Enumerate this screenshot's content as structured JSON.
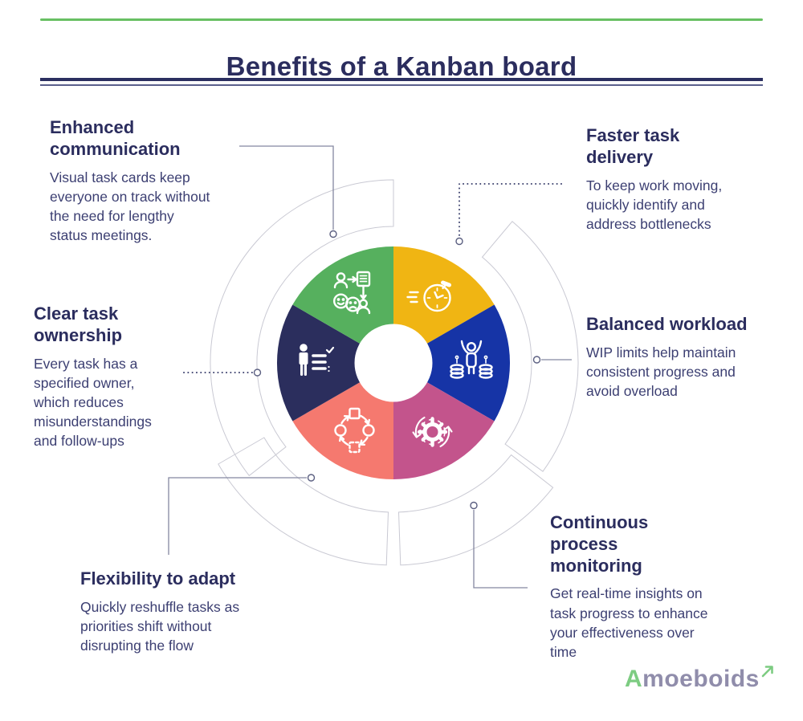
{
  "header": {
    "title": "Benefits of a Kanban board"
  },
  "benefits": [
    {
      "title": "Enhanced communication",
      "description": "Visual task cards keep everyone on track without the need for lengthy status meetings.",
      "icon": "communication-icon",
      "segment_color": "#56b05e"
    },
    {
      "title": "Faster task delivery",
      "description": "To keep work moving, quickly identify and address bottlenecks",
      "icon": "stopwatch-icon",
      "segment_color": "#f0b513"
    },
    {
      "title": "Clear task ownership",
      "description": "Every task has a specified owner, which reduces misunderstandings and follow-ups",
      "icon": "person-checklist-icon",
      "segment_color": "#2b2e5d"
    },
    {
      "title": "Balanced workload",
      "description": "WIP limits help maintain consistent progress and avoid overload",
      "icon": "cheering-person-icon",
      "segment_color": "#1634a6"
    },
    {
      "title": "Flexibility to adapt",
      "description": "Quickly reshuffle tasks as priorities shift without disrupting the flow",
      "icon": "cycle-arrows-icon",
      "segment_color": "#f5796f"
    },
    {
      "title": "Continuous process monitoring",
      "description": "Get real-time insights on task progress to enhance your effectiveness over time",
      "icon": "gear-refresh-icon",
      "segment_color": "#c3548c"
    }
  ],
  "logo": {
    "first_letter": "A",
    "rest": "moeboids"
  },
  "colors": {
    "accent_green": "#68c063",
    "heading_navy": "#2b2d5e",
    "body_navy": "#3c3f72",
    "logo_gray": "#908dab",
    "logo_green": "#7dcc82"
  }
}
